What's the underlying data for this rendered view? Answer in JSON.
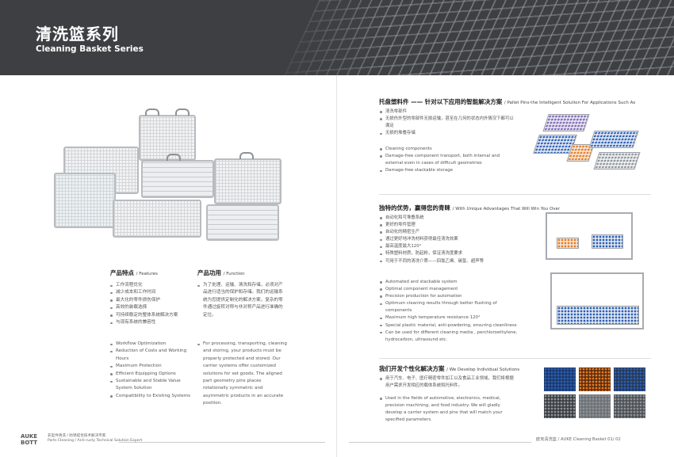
{
  "header": {
    "title_cn": "清洗篮系列",
    "title_en": "Cleaning Basket Series"
  },
  "features": {
    "heading_cn": "产品特点",
    "heading_en": "/ Features",
    "items_cn": [
      "工作流程优化",
      "减少成本和工作时间",
      "最大化的零件损伤保护",
      "高效的装载选择",
      "可持续稳定的整体系统解决方案",
      "与现有系统的兼容性"
    ],
    "items_en": [
      "Workflow Optimization",
      "Reduction of Costs and Working Hours",
      "Maximum Protection",
      "Efficient Equipping Options",
      "Sustainable and Stable Value System Solution",
      "Compatibility to Existing Systems"
    ]
  },
  "function": {
    "heading_cn": "产品功用",
    "heading_en": "/ Function",
    "items_cn": [
      "为了处理、运输、清洗和存储，必须对产品进行适当的保护和存储。我们的运输系统为您提供定制化的解决方案，复杂的零件通过旋转对称与非对称产品进行准确的定位。"
    ],
    "items_en": [
      "For processing, transporting, cleaning and storing, your products must be properly protected and stored. Our carrier systems offer customized solutions for set goods. The aligned part geometry pins places rotationally symmetric and asymmetric products in an accurate position."
    ]
  },
  "pallet": {
    "heading_cn": "托盘塑料件 —— 针对以下应用的智能解决方案",
    "heading_en": "/ Pallet Pins-the Intelligent Solution For Applications Such As",
    "items_cn": [
      "清洗零部件",
      "无损伤外型的零部件无损运输，甚至在几何的状态内外情况下都可以满足",
      "无损的堆叠存储"
    ],
    "items_en": [
      "Cleaning components",
      "Damage-free component transport, both internal and external even in cases of difficult geometries",
      "Damage-free stackable storage"
    ]
  },
  "advantages": {
    "heading_cn": "独特的优势，赢得您的青睐",
    "heading_en": "/ With Unique Advantages That Will Win You Over",
    "items_cn": [
      "自动化和可堆叠系统",
      "更好的零件管理",
      "自动化的精密生产",
      "通过更好地冲洗材料获得最佳清洗效果",
      "最高温度最大120°",
      "特殊塑料材质，防起粉，保证清洗度要求",
      "可用于不同的清洗介质——四氯乙烯、碳氢、超声等"
    ],
    "items_en": [
      "Automated and stackable system",
      "Optimal component management",
      "Precision production for automation",
      "Optimum cleaning results through better flushing of components",
      "Maximum high temperature resistance 120°",
      "Special plastic material, anti-powdering, ensuring cleanliness",
      "Can be used for different cleaning media , perchloroethylene, hydrocarbon, ultrasound etc."
    ]
  },
  "individual": {
    "heading_cn": "我们开发个性化解决方案",
    "heading_en": "/ We Develop Individual Solutions",
    "items_cn": [
      "用于汽车、电子、医疗精密零件加工以及食品工业领域，我们将根据用户需求开发相应的载体系统和托料件。"
    ],
    "items_en": [
      "Used in the fields of automotive, electronics, medical, precision machining, and food industry.  We will gladly develop a carrier system and pins that will match your specified parameters."
    ]
  },
  "footer": {
    "logo_line1": "AUKE",
    "logo_line2": "BOTT",
    "tagline_cn": "非型件清洗 / 防锈提优技术解决专家",
    "tagline_en": "Parts Cleaning / Anti-rusty Technical Solution Expert",
    "right": "欧克清洗篮 / AUKE Cleaning Basket  01/ 02"
  }
}
